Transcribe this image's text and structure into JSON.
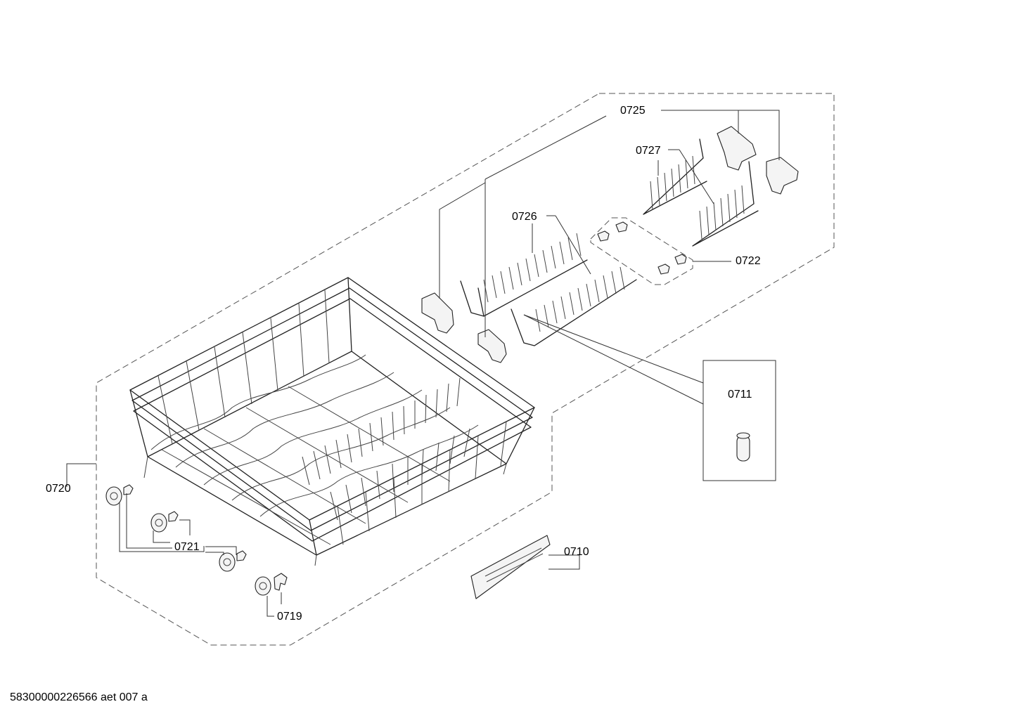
{
  "labels": {
    "p0725": "0725",
    "p0727": "0727",
    "p0726": "0726",
    "p0722": "0722",
    "p0711": "0711",
    "p0720": "0720",
    "p0721": "0721",
    "p0710": "0710",
    "p0719": "0719"
  },
  "footer": {
    "doc_id": "58300000226566 aet 007 a"
  }
}
